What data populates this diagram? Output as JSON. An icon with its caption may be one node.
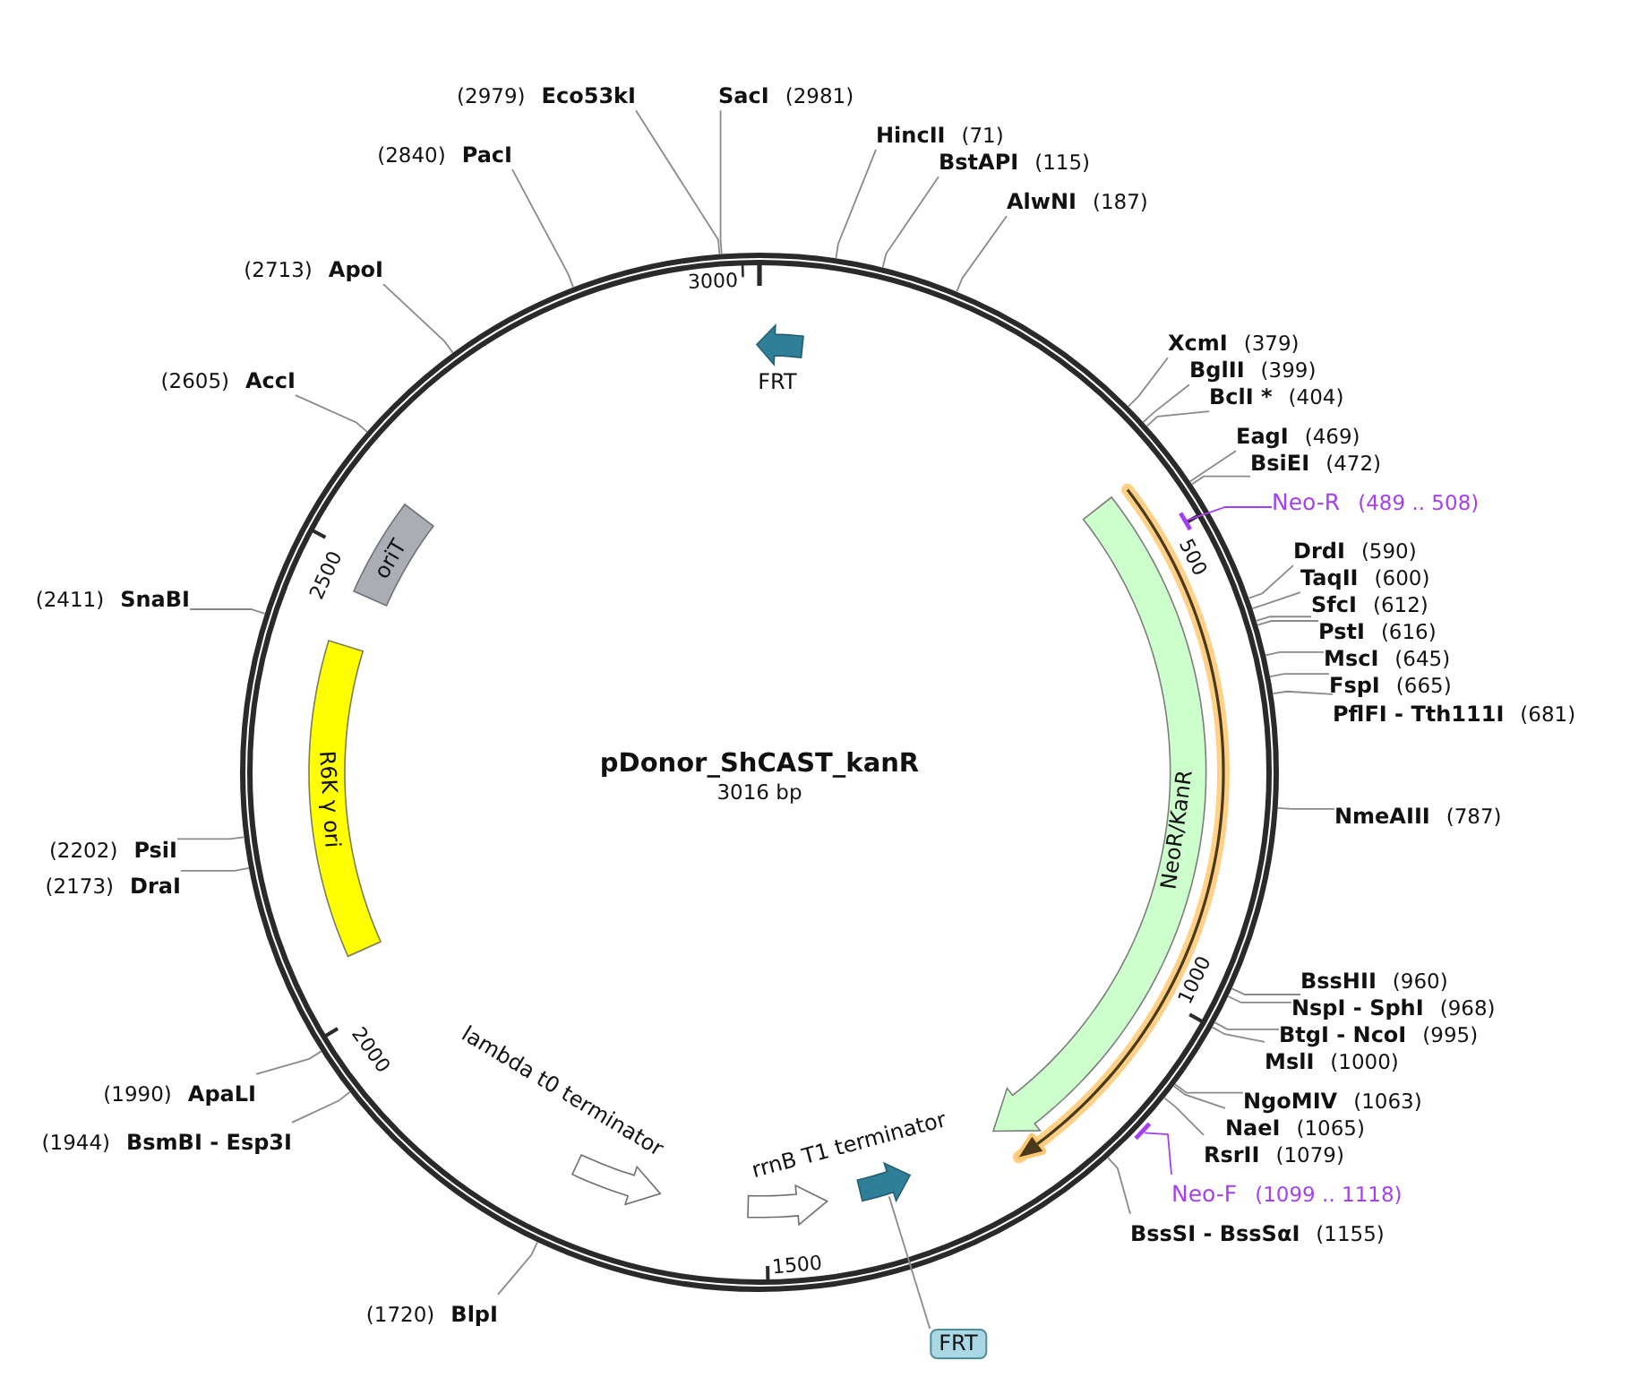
{
  "diagram": {
    "title": "pDonor_ShCAST_kanR",
    "nodes": [
      {
        "text": [
          "(2979)",
          "Eco53kI"
        ]
      },
      {
        "text": [
          "SacI",
          "(2981)"
        ]
      },
      {
        "text": [
          "HincII",
          "(71)"
        ]
      },
      {
        "text": [
          "(2840)",
          "PacI"
        ]
      },
      {
        "text": [
          "BstAPI",
          "(115)"
        ]
      },
      {
        "text": [
          "AlwNI",
          "(187)"
        ]
      },
      {
        "text": [
          "(2713)",
          "ApoI"
        ]
      },
      {
        "text": [
          "FRT"
        ]
      },
      {
        "text": [
          "XcmI",
          "(379)"
        ]
      },
      {
        "text": [
          "BglII",
          "(399)"
        ]
      },
      {
        "text": [
          "(2605)",
          "AccI"
        ]
      },
      {
        "text": [
          "BclI *",
          "(404)"
        ]
      },
      {
        "text": [
          "EagI",
          "(469)"
        ]
      },
      {
        "text": [
          "BsiEI",
          "(472)"
        ]
      },
      {
        "text": [
          "NeoR/KanR"
        ]
      },
      {
        "text": [
          "Neo-R",
          "(489 .. 508)"
        ]
      },
      {
        "text": [],
        "shape": "bar"
      },
      {
        "text": [
          "oriT"
        ]
      },
      {
        "text": [
          "DrdI",
          "(590)"
        ]
      },
      {
        "text": [
          "TaqII",
          "(600)"
        ]
      },
      {
        "text": [
          "(2411)",
          "SnaBI"
        ]
      },
      {
        "text": [
          "SfcI",
          "(612)"
        ]
      },
      {
        "text": [
          "PstI",
          "(616)"
        ]
      },
      {
        "text": [
          "R6K γ ori"
        ]
      },
      {
        "text": [
          "MscI",
          "(645)"
        ]
      },
      {
        "text": [
          "FspI",
          "(665)"
        ]
      },
      {
        "text": [
          "PflFI - Tth111I",
          "(681)"
        ]
      },
      {
        "text": [
          "NmeAIII",
          "(787)"
        ]
      },
      {
        "text": [
          "(2202)",
          "PsiI"
        ]
      },
      {
        "text": [
          "(2173)",
          "DraI"
        ]
      },
      {
        "text": [
          "BssHII",
          "(960)"
        ]
      },
      {
        "text": [
          "NspI - SphI",
          "(968)"
        ]
      },
      {
        "text": [
          "BtgI - NcoI",
          "(995)"
        ]
      },
      {
        "text": [
          "MslI",
          "(1000)"
        ]
      },
      {
        "text": [
          "lambda t0 terminator"
        ]
      },
      {
        "text": [
          "(1990)",
          "ApaLI"
        ]
      },
      {
        "text": [
          "NgoMIV",
          "(1063)"
        ]
      },
      {
        "text": [
          "rrnB T1 terminator"
        ]
      },
      {
        "text": [
          "NaeI",
          "(1065)"
        ]
      },
      {
        "text": [
          "(1944)",
          "BsmBI - Esp3I"
        ]
      },
      {
        "text": [
          "RsrII",
          "(1079)"
        ]
      },
      {
        "text": [],
        "shape": "bar"
      },
      {
        "text": [],
        "shape": "arrow"
      },
      {
        "text": [
          "Neo-F",
          "(1099 .. 1118)"
        ]
      },
      {
        "text": [
          "BssSI - BssSαI",
          "(1155)"
        ]
      },
      {
        "text": [
          "(1720)",
          "BlpI"
        ]
      },
      {
        "text": [
          "FRT"
        ]
      }
    ],
    "edges": [
      {
        "from": 0,
        "to": null,
        "arrow": "none"
      },
      {
        "from": 1,
        "to": null,
        "arrow": "none"
      },
      {
        "from": 2,
        "to": null,
        "arrow": "none"
      },
      {
        "from": 3,
        "to": null,
        "arrow": "none"
      },
      {
        "from": 4,
        "to": null,
        "arrow": "none"
      },
      {
        "from": 5,
        "to": null,
        "arrow": "none"
      },
      {
        "from": 6,
        "to": null,
        "arrow": "none"
      },
      {
        "from": 8,
        "to": null,
        "arrow": "none"
      },
      {
        "from": 9,
        "to": null,
        "arrow": "none"
      },
      {
        "from": 10,
        "to": null,
        "arrow": "none"
      },
      {
        "from": 11,
        "to": null,
        "arrow": "none"
      },
      {
        "from": 12,
        "to": null,
        "arrow": "none"
      },
      {
        "from": 13,
        "to": null,
        "arrow": "none"
      },
      {
        "from": 15,
        "to": 16,
        "arrow": "none",
        "color": "#a43ff2"
      },
      {
        "from": 18,
        "to": null,
        "arrow": "none"
      },
      {
        "from": 19,
        "to": null,
        "arrow": "none"
      },
      {
        "from": 20,
        "to": null,
        "arrow": "none"
      },
      {
        "from": 21,
        "to": null,
        "arrow": "none"
      },
      {
        "from": 22,
        "to": null,
        "arrow": "none"
      },
      {
        "from": 24,
        "to": null,
        "arrow": "none"
      },
      {
        "from": 25,
        "to": null,
        "arrow": "none"
      },
      {
        "from": 26,
        "to": null,
        "arrow": "none"
      },
      {
        "from": 27,
        "to": null,
        "arrow": "none"
      },
      {
        "from": 28,
        "to": null,
        "arrow": "none"
      },
      {
        "from": 29,
        "to": null,
        "arrow": "none"
      },
      {
        "from": 30,
        "to": null,
        "arrow": "none"
      },
      {
        "from": 31,
        "to": null,
        "arrow": "none"
      },
      {
        "from": 32,
        "to": null,
        "arrow": "none"
      },
      {
        "from": 33,
        "to": null,
        "arrow": "none"
      },
      {
        "from": 35,
        "to": null,
        "arrow": "none"
      },
      {
        "from": 36,
        "to": null,
        "arrow": "none"
      },
      {
        "from": 38,
        "to": null,
        "arrow": "none"
      },
      {
        "from": 39,
        "to": null,
        "arrow": "none"
      },
      {
        "from": 40,
        "to": null,
        "arrow": "none"
      },
      {
        "from": 43,
        "to": 41,
        "arrow": "none",
        "color": "#a43ff2"
      },
      {
        "from": 44,
        "to": null,
        "arrow": "none"
      },
      {
        "from": 45,
        "to": null,
        "arrow": "none"
      },
      {
        "from": 46,
        "to": 42,
        "arrow": "none"
      }
    ],
    "labels": [
      "3000",
      "500",
      "2500",
      "3016 bp",
      "1000",
      "2000",
      "1500"
    ]
  }
}
